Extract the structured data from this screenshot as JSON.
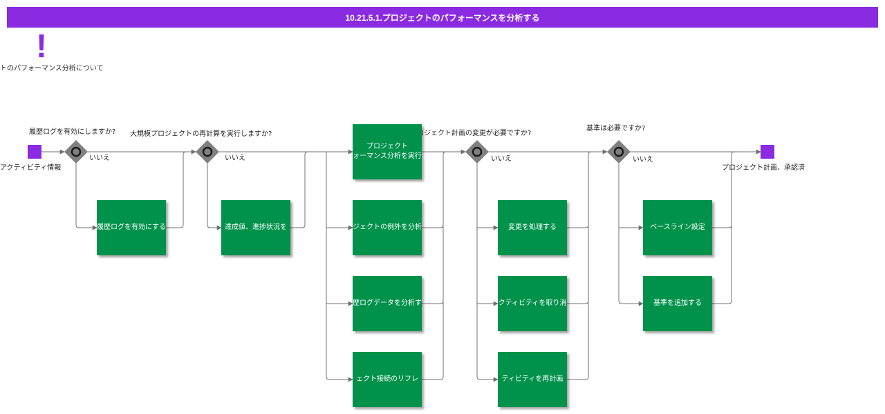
{
  "title": "10.21.5.1.プロジェクトのパフォーマンスを分析する",
  "note": {
    "icon": "exclamation-icon",
    "glyph": "!",
    "label": "トのパフォーマンス分析について"
  },
  "start_event": {
    "label": "アクティビティ情報"
  },
  "end_event": {
    "label": "プロジェクト計画、承認済"
  },
  "gateways": [
    {
      "question": "履歴ログを有効にしますか?",
      "no_label": "いいえ"
    },
    {
      "question": "大規模プロジェクトの再計算を実行しますか?",
      "no_label": "いいえ"
    },
    {
      "question": "プロジェクト計画の変更が必要ですか?",
      "no_label": "いいえ"
    },
    {
      "question": "基準は必要ですか?",
      "no_label": "いいえ"
    }
  ],
  "tasks": {
    "enable_history": "履歴ログを有効にする",
    "achievement": "達成値、進捗状況を",
    "perf_line1": "プロジェクト",
    "perf_line2": "ォーマンス分析を実行",
    "exceptions": "ジェクトの例外を分析",
    "history_data": "歴ログデータを分析す",
    "connection": "ェクト接続のリフレ",
    "handle_change": "変更を処理する",
    "cancel_activity": "クティビティを取り消",
    "replan_activity": "ティビティを再計画",
    "baseline": "ベースライン設定",
    "add_baseline": "基準を追加する"
  },
  "colors": {
    "title_bar": "#8a2be2",
    "event": "#8a2be2",
    "task": "#00924a",
    "gateway": "#808080",
    "connector": "#707070"
  }
}
